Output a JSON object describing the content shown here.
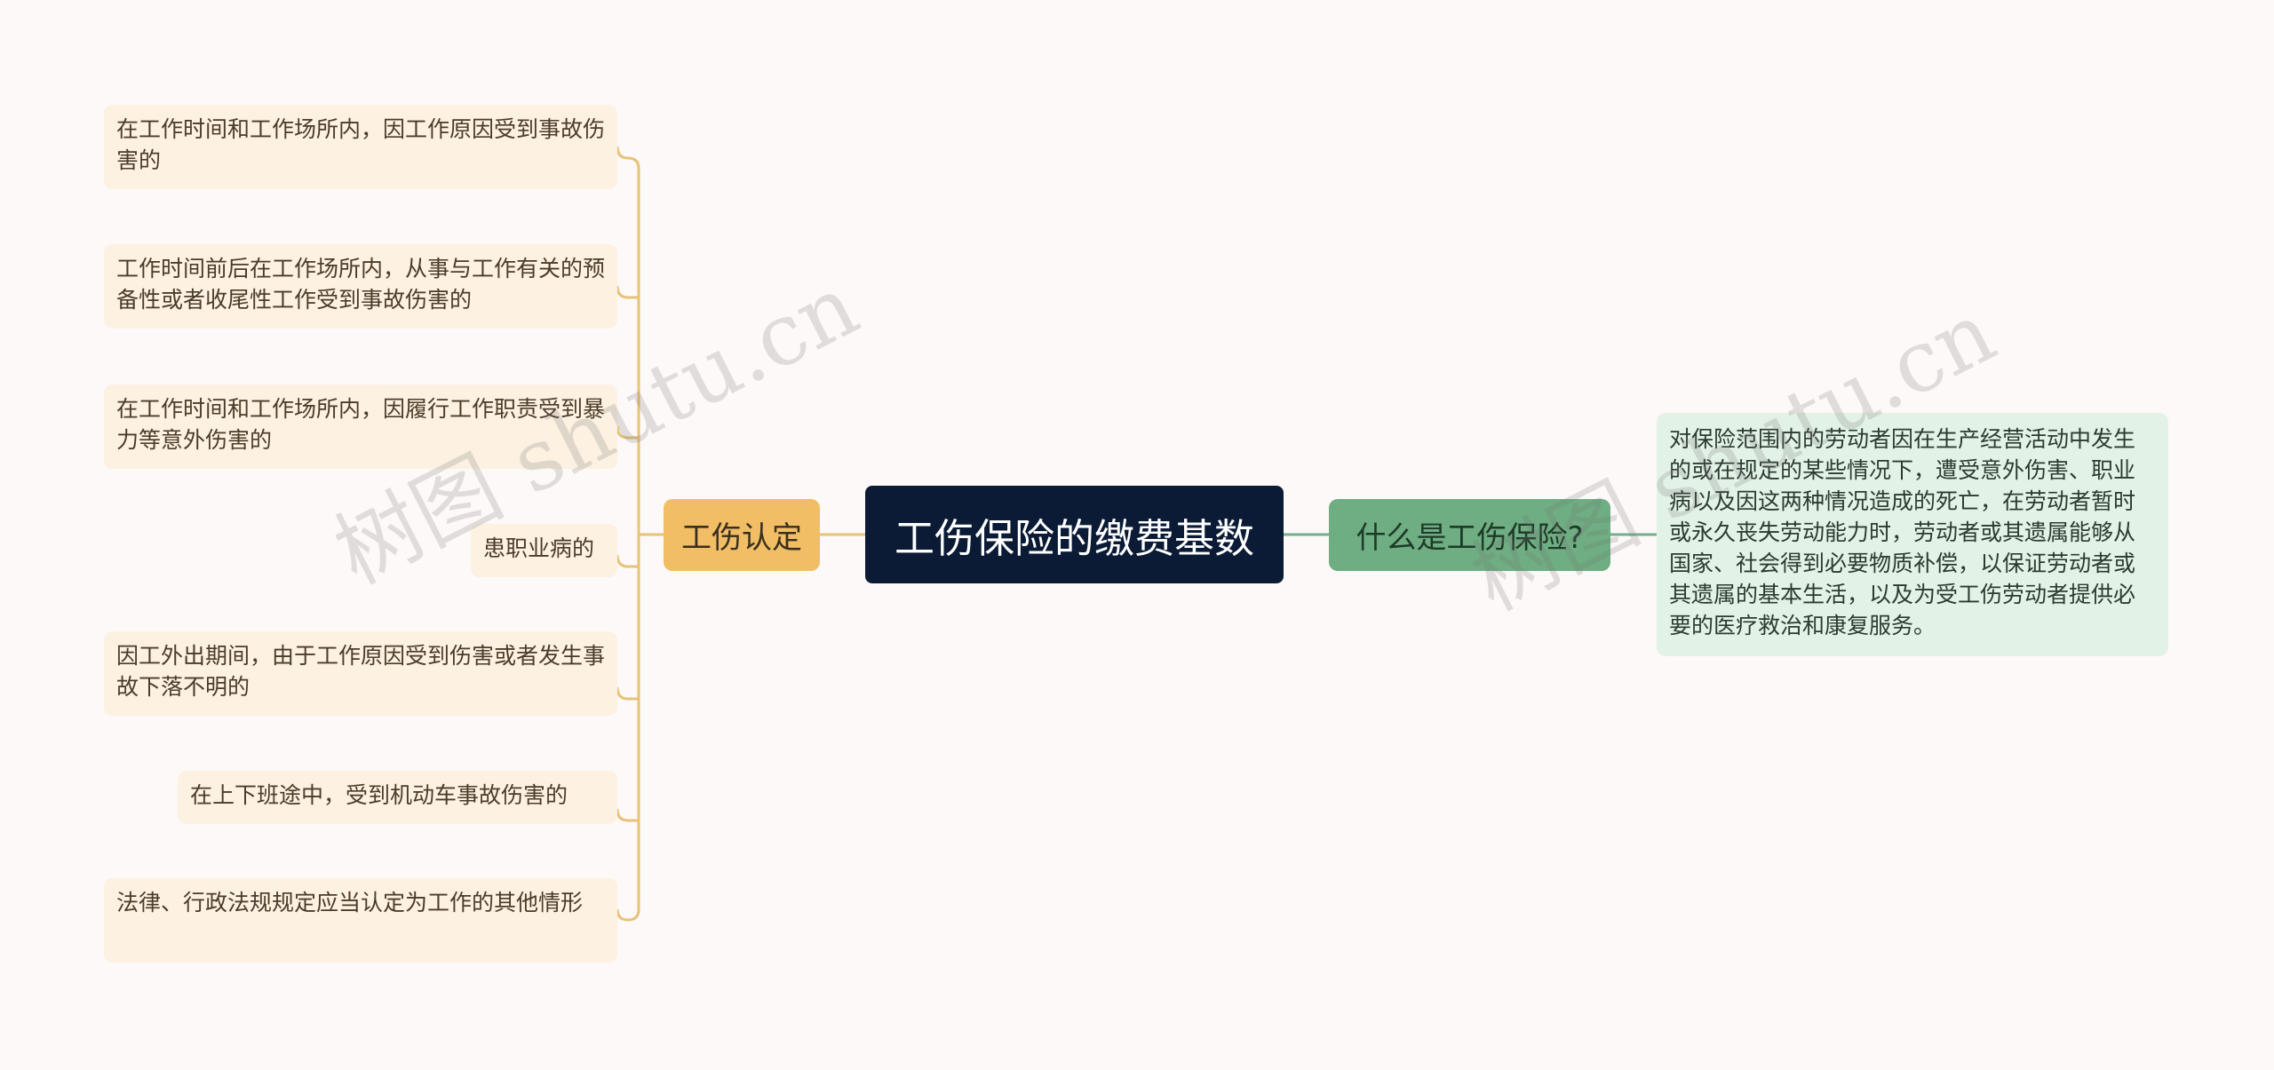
{
  "mindmap": {
    "root": "工伤保险的缴费基数",
    "left_branch": {
      "label": "工伤认定",
      "leaves": [
        "在工作时间和工作场所内，因工作原因受到事故伤害的",
        "工作时间前后在工作场所内，从事与工作有关的预备性或者收尾性工作受到事故伤害的",
        "在工作时间和工作场所内，因履行工作职责受到暴力等意外伤害的",
        "患职业病的",
        "因工外出期间，由于工作原因受到伤害或者发生事故下落不明的",
        "在上下班途中，受到机动车事故伤害的",
        "法律、行政法规规定应当认定为工作的其他情形"
      ]
    },
    "right_branch": {
      "label": "什么是工伤保险?",
      "detail": "对保险范围内的劳动者因在生产经营活动中发生的或在规定的某些情况下，遭受意外伤害、职业病以及因这两种情况造成的死亡，在劳动者暂时或永久丧失劳动能力时，劳动者或其遗属能够从国家、社会得到必要物质补偿，以保证劳动者或其遗属的基本生活，以及为受工伤劳动者提供必要的医疗救治和康复服务。"
    }
  },
  "watermark": "树图 shutu.cn",
  "colors": {
    "background": "#fdf9f8",
    "root_fill": "#0b1b36",
    "left_branch_fill": "#f1be66",
    "left_connector": "#e8c278",
    "leaf_fill": "#fdf1e2",
    "right_branch_fill": "#6fad82",
    "right_connector": "#72b088",
    "detail_fill": "#e3f2e6"
  }
}
